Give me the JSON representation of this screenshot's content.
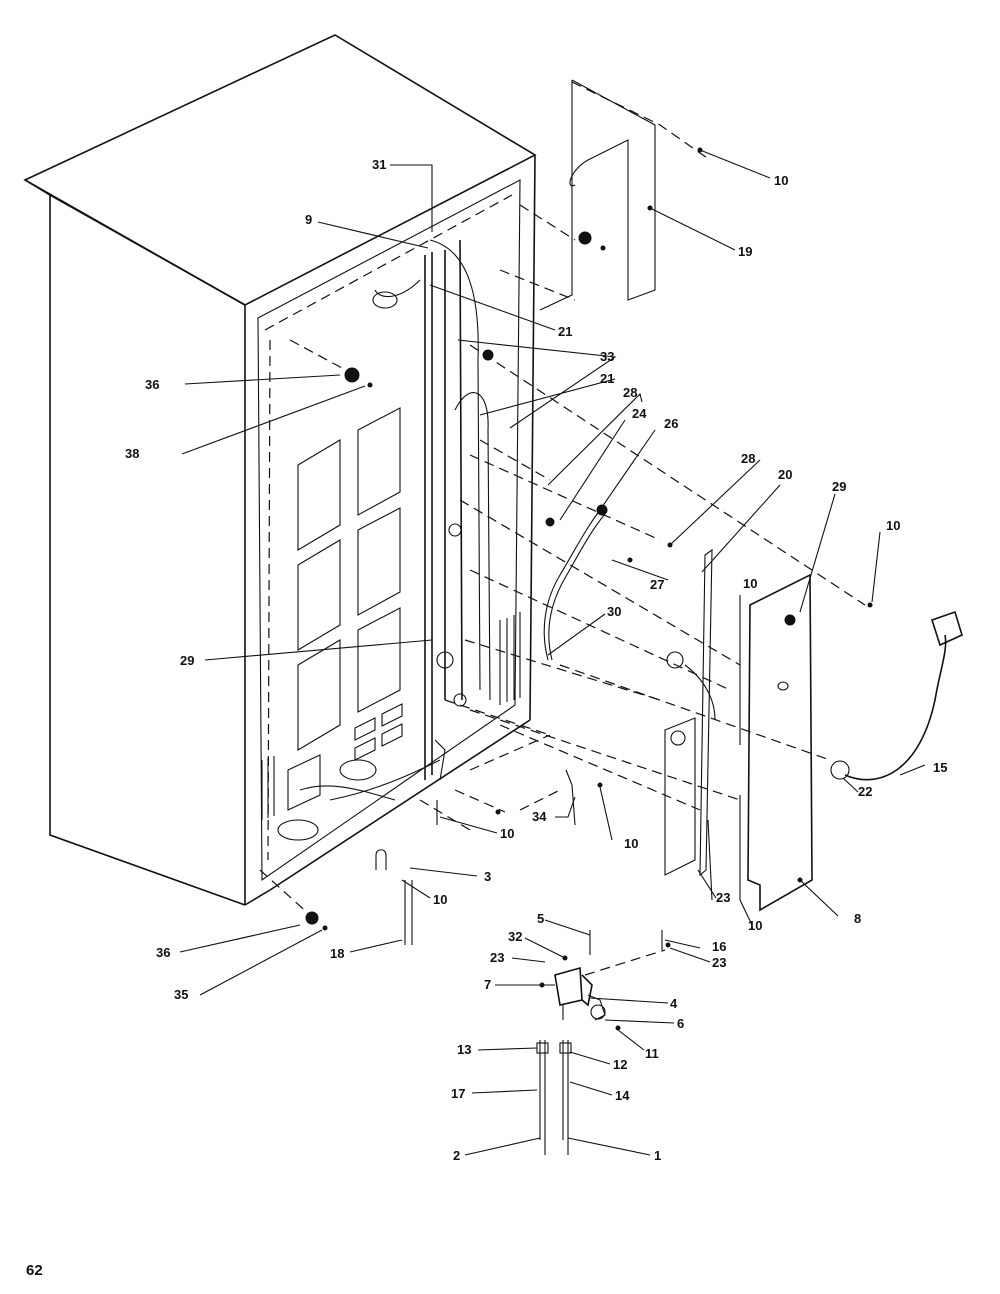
{
  "page_number": "62",
  "callouts": {
    "c1": "1",
    "c2": "2",
    "c3": "3",
    "c4": "4",
    "c5": "5",
    "c6": "6",
    "c7": "7",
    "c8": "8",
    "c9": "9",
    "c10": "10",
    "c11": "11",
    "c12": "12",
    "c13": "13",
    "c14": "14",
    "c15": "15",
    "c16": "16",
    "c17": "17",
    "c18": "18",
    "c19": "19",
    "c20": "20",
    "c21": "21",
    "c22": "22",
    "c23": "23",
    "c24": "24",
    "c26": "26",
    "c27": "27",
    "c28": "28",
    "c29": "29",
    "c30": "30",
    "c31": "31",
    "c32": "32",
    "c33": "33",
    "c34": "34",
    "c35": "35",
    "c36": "36",
    "c38": "38"
  }
}
